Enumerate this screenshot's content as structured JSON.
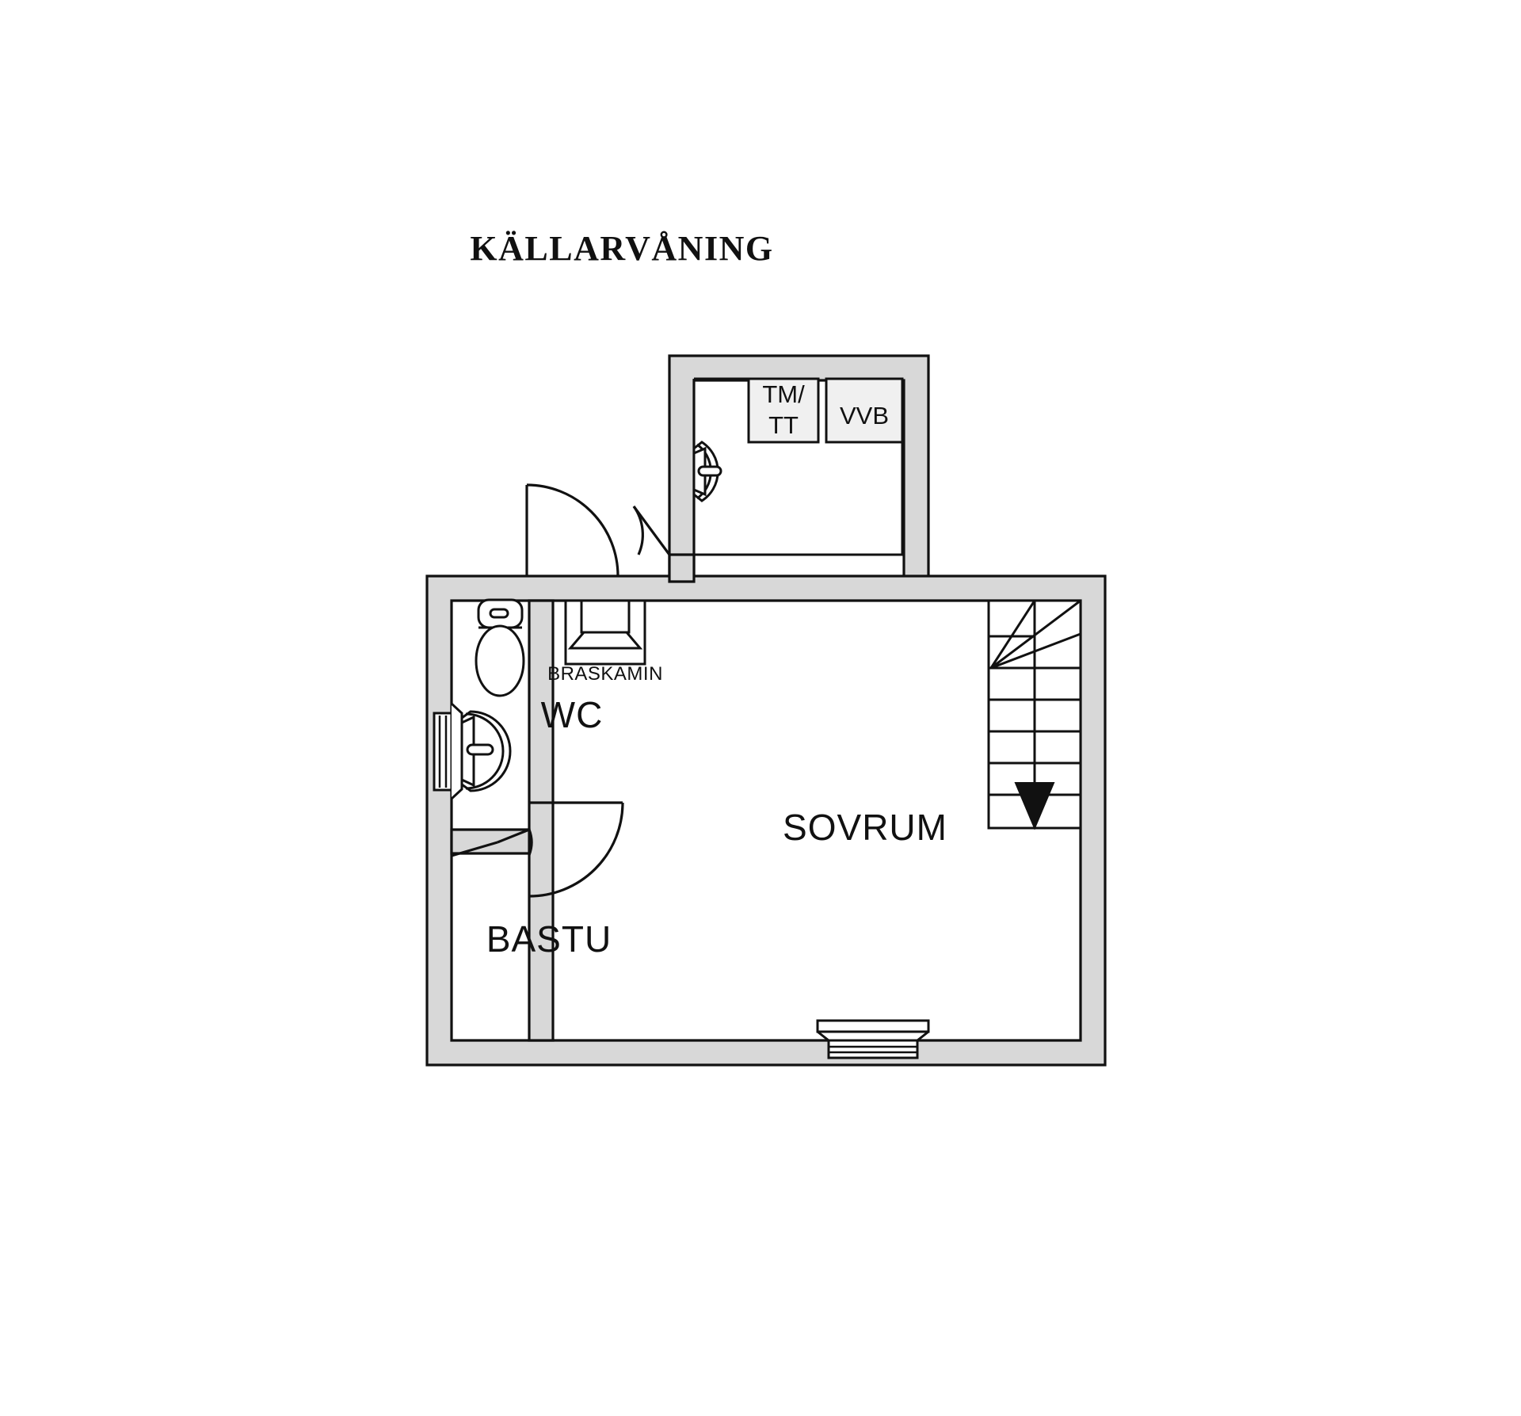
{
  "title": "KÄLLARVÅNING",
  "rooms": [
    {
      "id": "wc",
      "label": "WC"
    },
    {
      "id": "bastu",
      "label": "BASTU"
    },
    {
      "id": "sovrum",
      "label": "SOVRUM"
    }
  ],
  "annotations": [
    {
      "id": "braskamin",
      "label": "BRASKAMIN"
    }
  ],
  "equipment": [
    {
      "id": "tm-tt",
      "line1": "TM/",
      "line2": "TT"
    },
    {
      "id": "vvb",
      "line1": "VVB",
      "line2": ""
    }
  ],
  "fixtures": [
    {
      "id": "toilet-wc",
      "name": "toilet"
    },
    {
      "id": "sink-wc",
      "name": "wash-basin"
    },
    {
      "id": "sink-utility",
      "name": "wash-basin"
    },
    {
      "id": "stove",
      "name": "wood-burning-stove"
    }
  ],
  "openings": [
    {
      "id": "window-wc-west",
      "name": "window"
    },
    {
      "id": "window-sovrum-south",
      "name": "window"
    },
    {
      "id": "door-utility",
      "name": "door"
    },
    {
      "id": "door-wc",
      "name": "door"
    },
    {
      "id": "door-bastu",
      "name": "door"
    }
  ],
  "stairs": {
    "id": "staircase",
    "direction": "down",
    "treads": 11
  },
  "colors": {
    "wall_fill": "#d8d8d8",
    "stroke": "#111111",
    "equipment_fill": "#f0f0f0",
    "page_bg": "#ffffff"
  }
}
